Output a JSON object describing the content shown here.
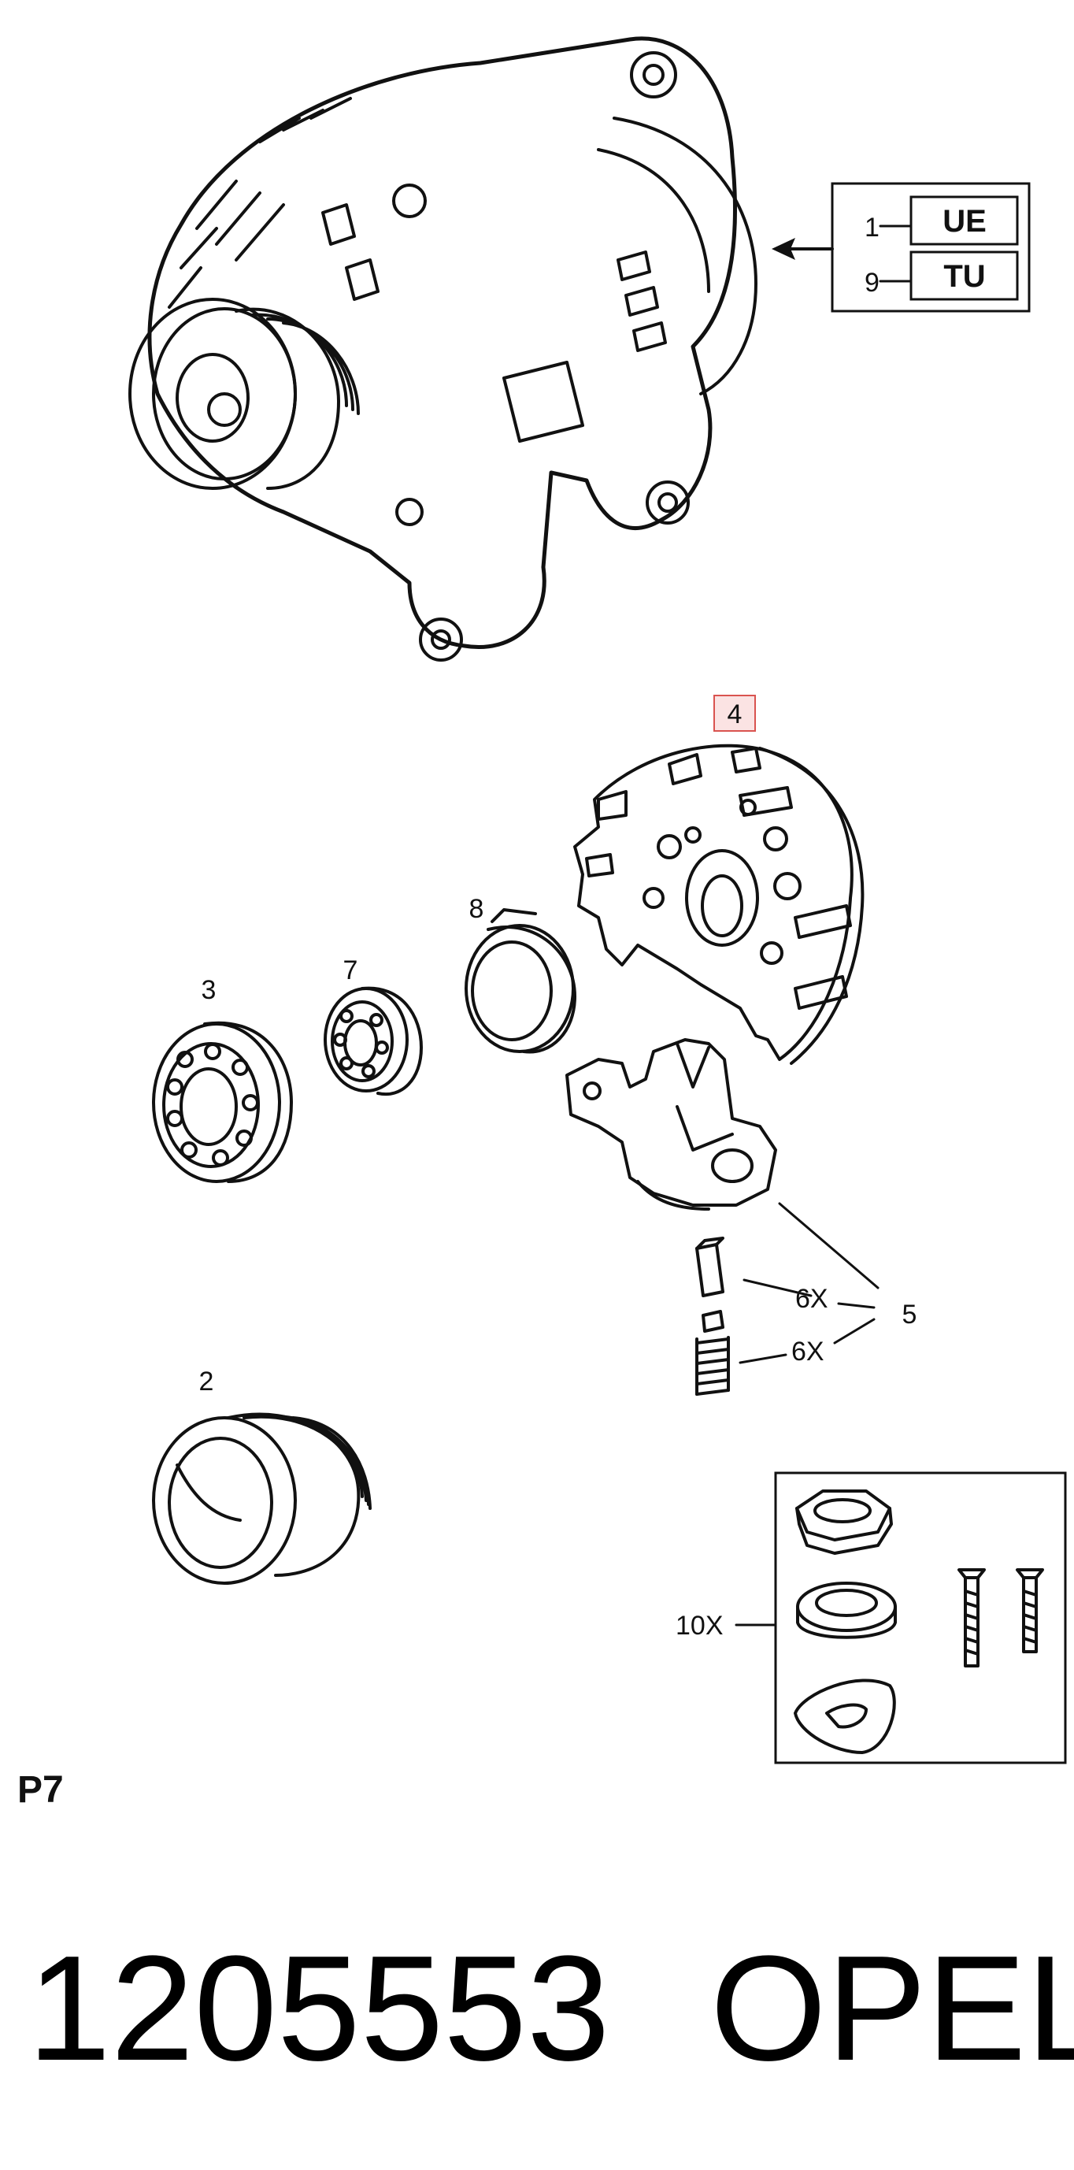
{
  "variants": [
    {
      "num": "1",
      "code": "UE"
    },
    {
      "num": "9",
      "code": "TU"
    }
  ],
  "callouts": {
    "c4": "4",
    "c8": "8",
    "c3": "3",
    "c7": "7",
    "c2": "2",
    "c5": "5",
    "qty_brush": "6X",
    "qty_spring": "6X",
    "qty_kit": "10X"
  },
  "page_code": "P7",
  "part_number": "1205553",
  "brand": "OPEL",
  "colors": {
    "line": "#111111",
    "highlight_box": "#d9534f",
    "highlight_fill": "#fbe3e3"
  }
}
